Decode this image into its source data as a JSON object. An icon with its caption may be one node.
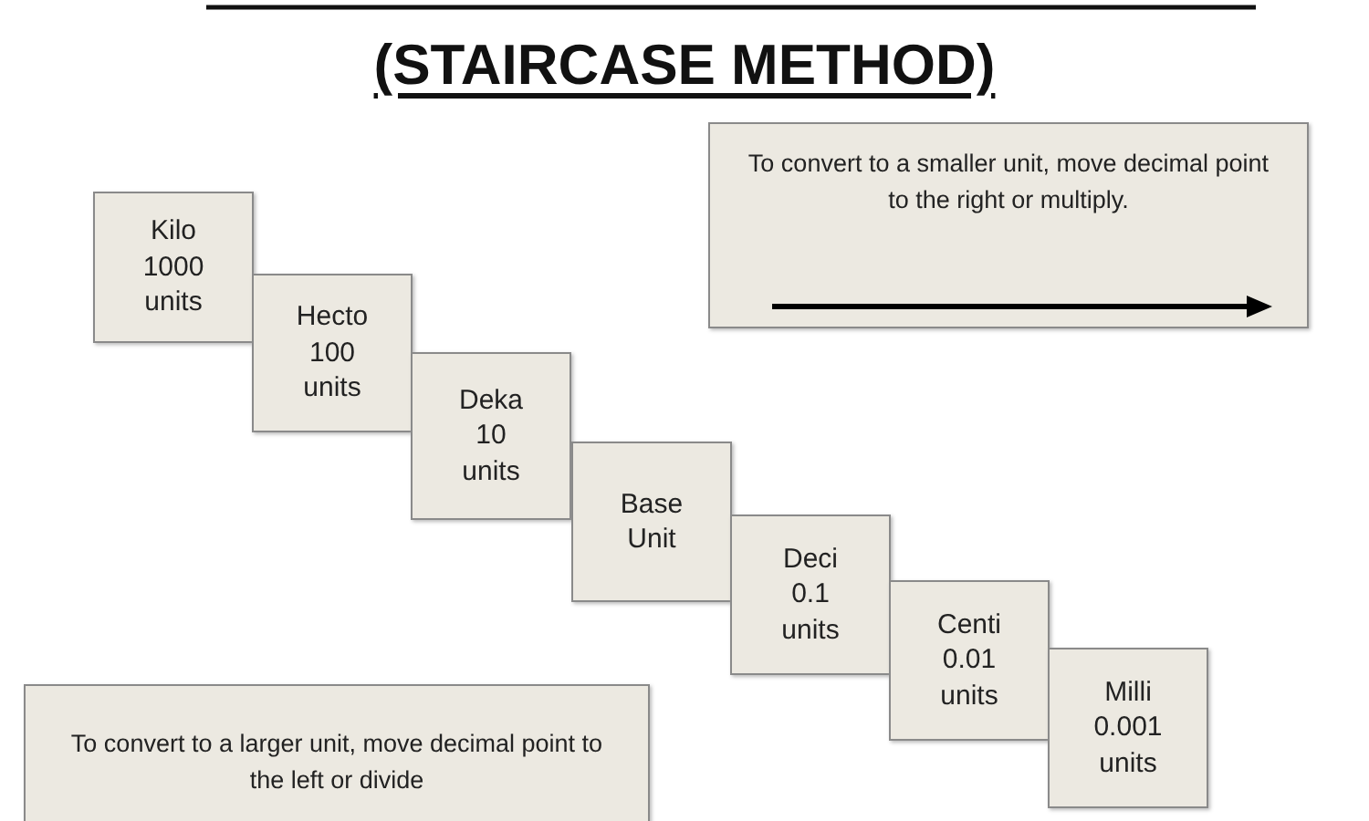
{
  "diagram": {
    "title": "(STAIRCASE METHOD)",
    "nodes": [
      {
        "text": [
          "To convert to a smaller unit, move decimal point to the right or multiply."
        ]
      },
      {
        "text": [
          "Kilo 1000 units"
        ]
      },
      {
        "text": [
          "Hecto 100 units"
        ]
      },
      {
        "text": [
          "Deka 10 units"
        ]
      },
      {
        "text": [
          "Base Unit"
        ]
      },
      {
        "text": [
          "Deci 0.1 units"
        ]
      },
      {
        "text": [
          "Centi 0.01 units"
        ]
      },
      {
        "text": [
          "Milli 0.001 units"
        ]
      },
      {
        "text": [
          "To convert to a larger unit, move decimal point to the left or divide"
        ]
      }
    ],
    "edges": []
  }
}
